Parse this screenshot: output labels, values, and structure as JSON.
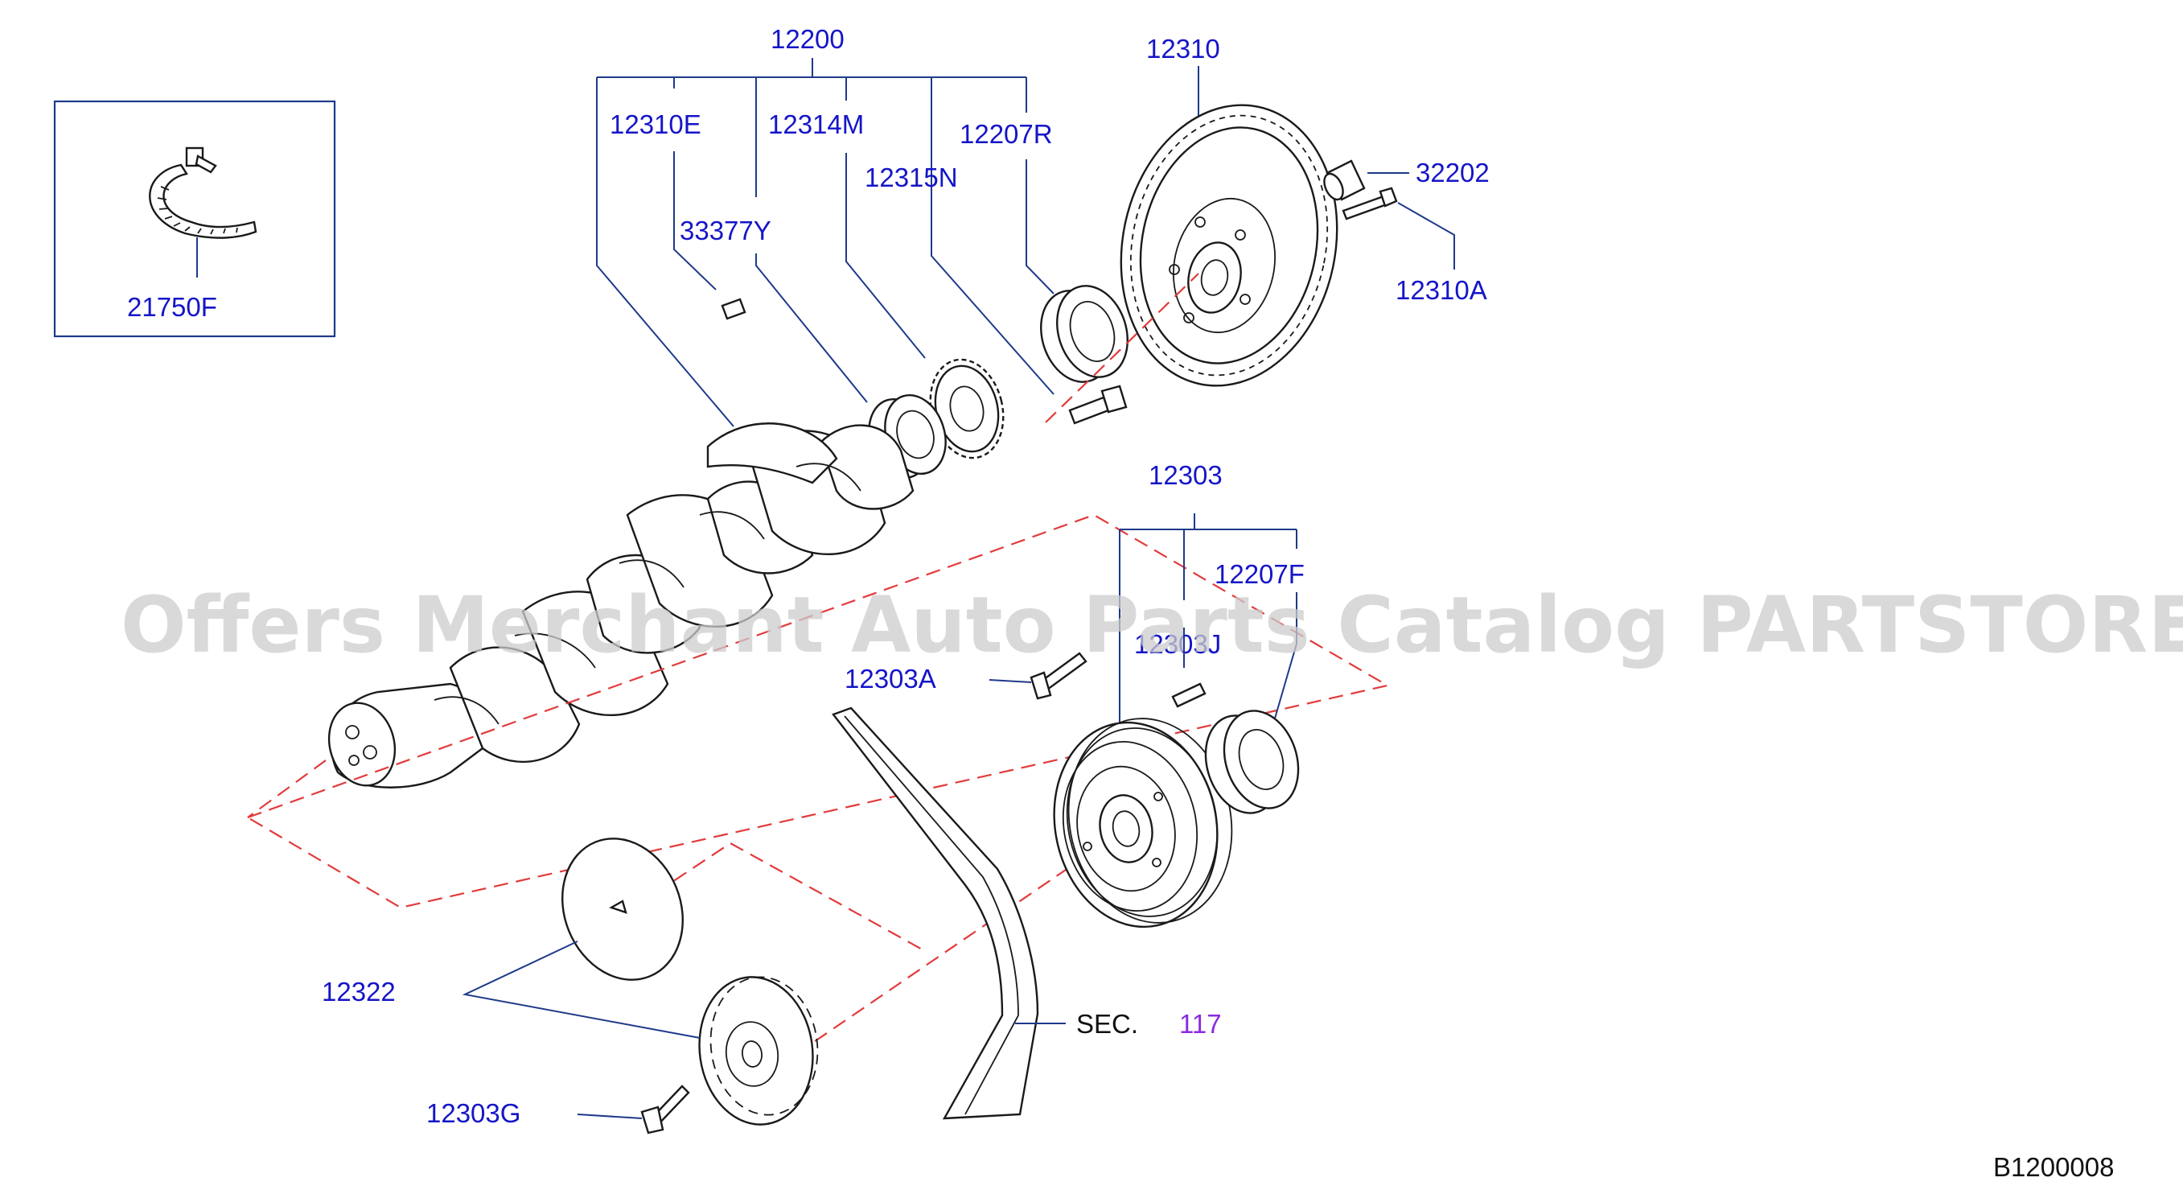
{
  "diagram_id": "B1200008",
  "watermark": "Offers Merchant Auto Parts Catalog PARTSTORE.SA",
  "section_ref": {
    "prefix": "SEC.",
    "number": "117"
  },
  "callouts": {
    "p12200": "12200",
    "p12310": "12310",
    "p12310E": "12310E",
    "p12314M": "12314M",
    "p12207R": "12207R",
    "p12315N": "12315N",
    "p33377Y": "33377Y",
    "p32202": "32202",
    "p12310A": "12310A",
    "p21750F": "21750F",
    "p12303": "12303",
    "p12207F": "12207F",
    "p12303J": "12303J",
    "p12303A": "12303A",
    "p12322": "12322",
    "p12303G": "12303G"
  },
  "colors": {
    "callout_text": "#1515c8",
    "section_number": "#8a2be2",
    "leader_line": "#1e3a8a",
    "dashed_guide": "#e23b3b",
    "part_outline": "#1a1a1a"
  }
}
